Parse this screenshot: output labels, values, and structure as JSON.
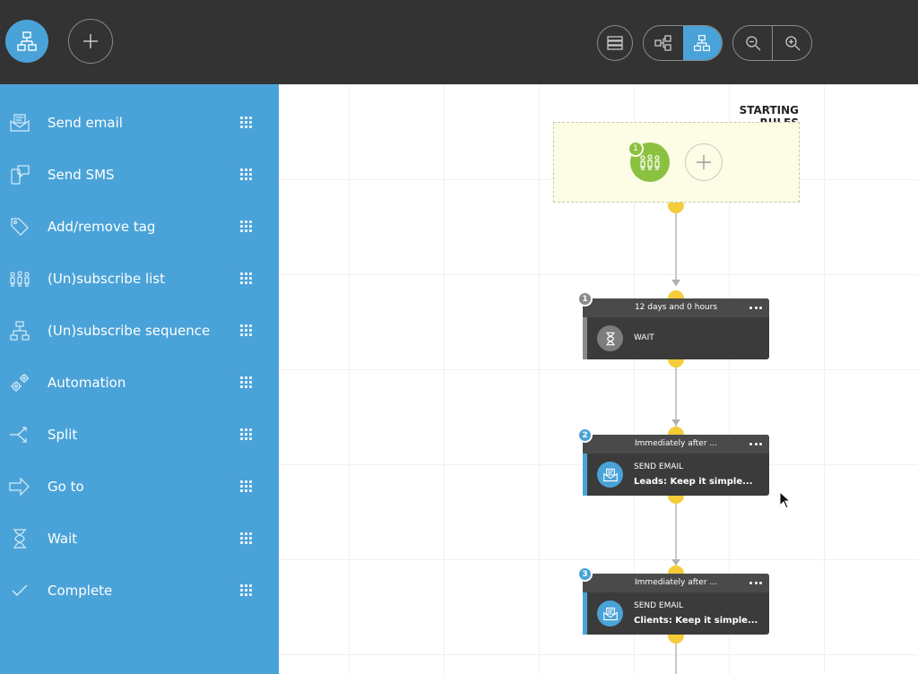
{
  "topbar": {
    "home_icon": "workflow-icon",
    "add_icon": "plus-icon",
    "list_view_icon": "list-icon",
    "tree_view_icon": "tree-horizontal-icon",
    "flow_view_icon": "workflow-icon",
    "zoom_out_icon": "zoom-out-icon",
    "zoom_in_icon": "zoom-in-icon",
    "accent_color": "#4aa3d8"
  },
  "sidebar": {
    "background": "#4aa3d8",
    "items": [
      {
        "label": "Send email",
        "icon": "email-icon"
      },
      {
        "label": "Send SMS",
        "icon": "sms-icon"
      },
      {
        "label": "Add/remove tag",
        "icon": "tag-icon"
      },
      {
        "label": "(Un)subscribe list",
        "icon": "people-icon"
      },
      {
        "label": "(Un)subscribe sequence",
        "icon": "sequence-icon"
      },
      {
        "label": "Automation",
        "icon": "gears-icon"
      },
      {
        "label": "Split",
        "icon": "split-icon"
      },
      {
        "label": "Go to",
        "icon": "arrow-right-icon"
      },
      {
        "label": "Wait",
        "icon": "hourglass-icon"
      },
      {
        "label": "Complete",
        "icon": "checkmark-icon"
      }
    ]
  },
  "canvas": {
    "starting_rules": {
      "title": "STARTING RULES",
      "rule_badge": "1",
      "rule_icon": "people-icon"
    },
    "steps": [
      {
        "number": "1",
        "header": "12 days and 0 hours",
        "type": "WAIT",
        "detail": "",
        "icon": "hourglass-icon",
        "accent": "#8a8a8a"
      },
      {
        "number": "2",
        "header": "Immediately after ...",
        "type": "SEND EMAIL",
        "detail": "Leads: Keep it simple...",
        "icon": "email-icon",
        "accent": "#4aa3d8"
      },
      {
        "number": "3",
        "header": "Immediately after ...",
        "type": "SEND EMAIL",
        "detail": "Clients: Keep it simple...",
        "icon": "email-icon",
        "accent": "#4aa3d8"
      }
    ]
  }
}
